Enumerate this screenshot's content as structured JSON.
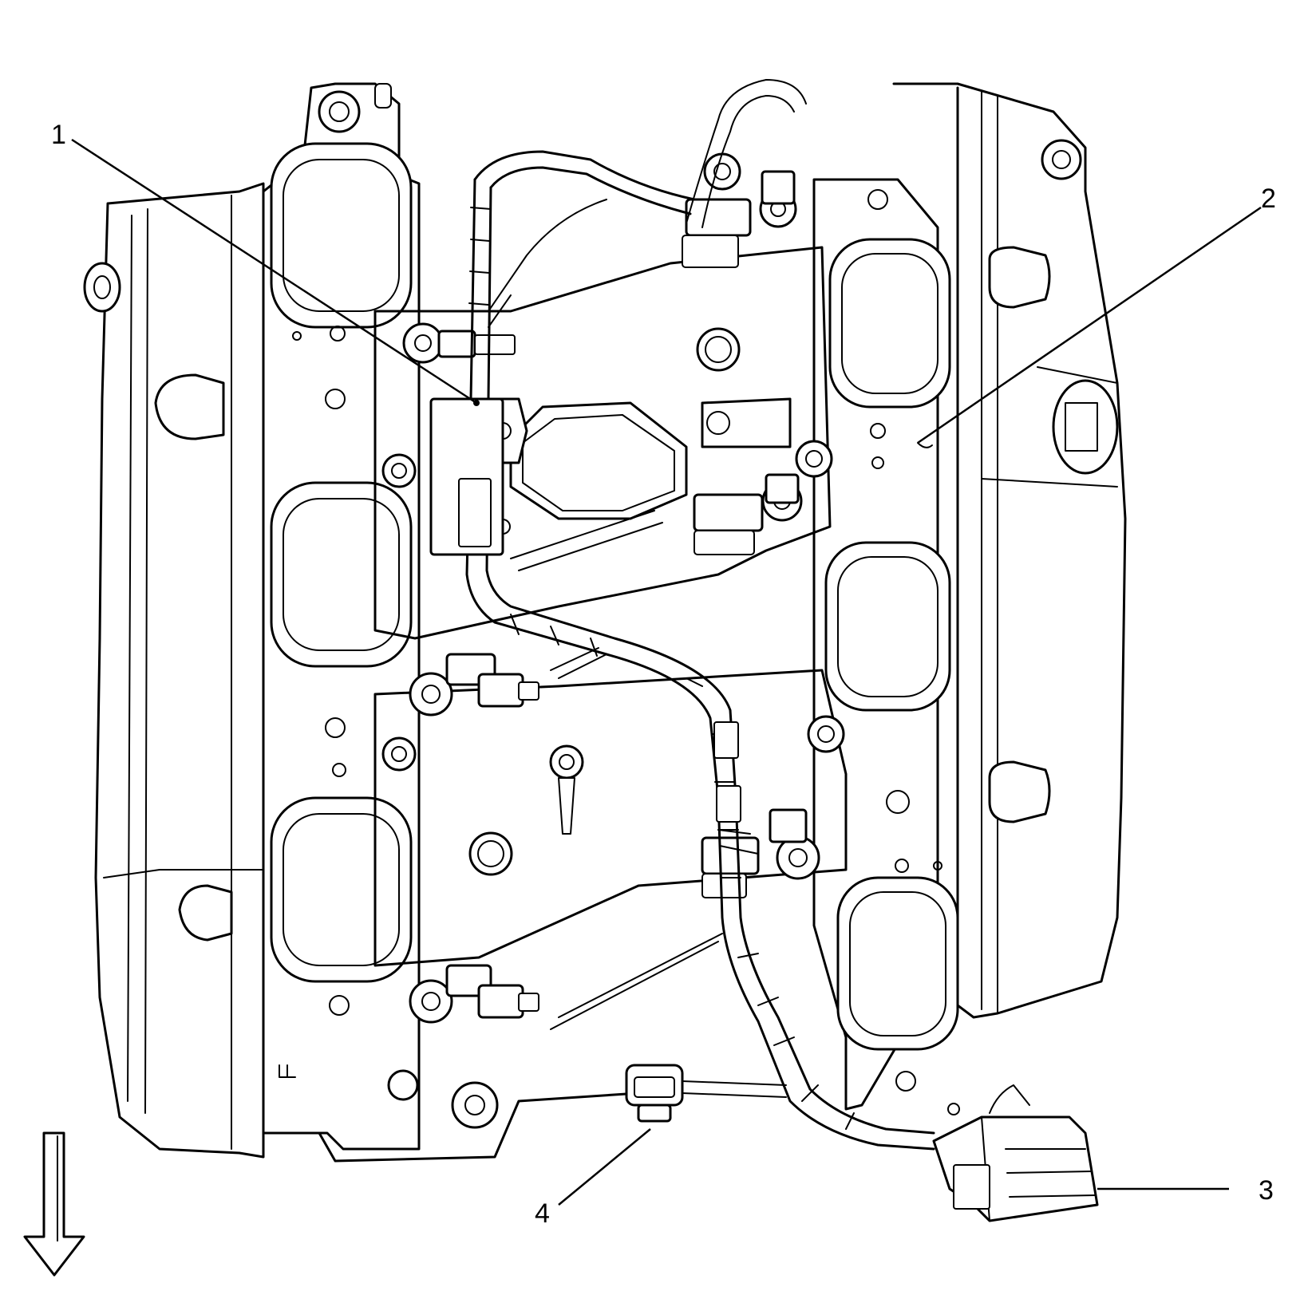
{
  "callouts": [
    {
      "id": "1",
      "label": "1"
    },
    {
      "id": "2",
      "label": "2"
    },
    {
      "id": "3",
      "label": "3"
    },
    {
      "id": "4",
      "label": "4"
    }
  ],
  "icons": {
    "orientation_arrow": "down-arrow-icon"
  }
}
